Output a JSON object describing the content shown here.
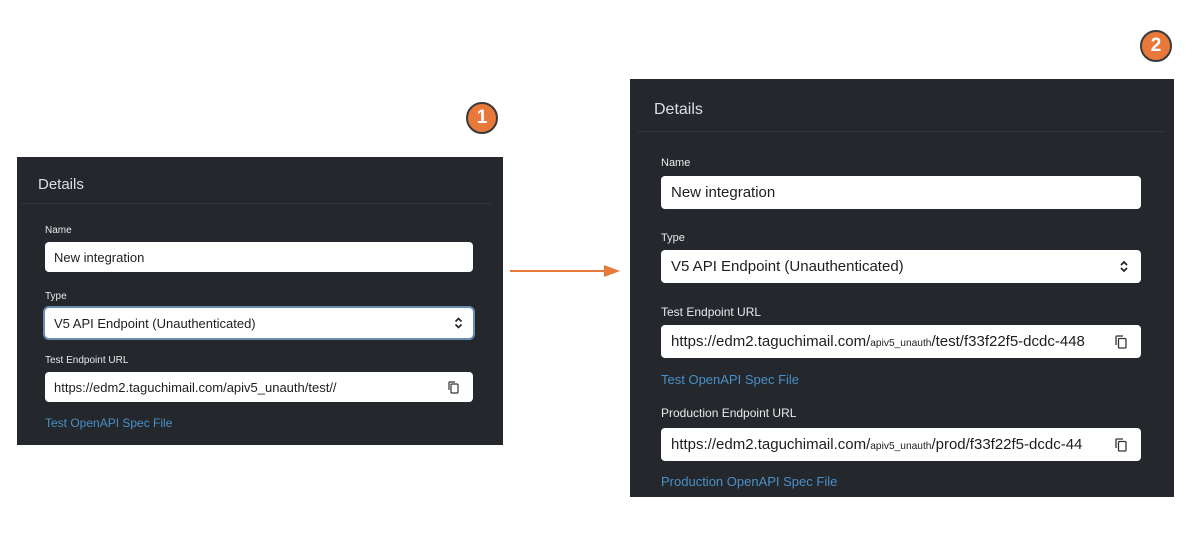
{
  "badges": {
    "step1": "1",
    "step2": "2"
  },
  "left": {
    "header": "Details",
    "name_label": "Name",
    "name_value": "New integration",
    "type_label": "Type",
    "type_value": "V5 API Endpoint (Unauthenticated)",
    "test_url_label": "Test Endpoint URL",
    "test_url_value": "https://edm2.taguchimail.com/apiv5_unauth/test//",
    "test_spec_link": "Test OpenAPI Spec File"
  },
  "right": {
    "header": "Details",
    "name_label": "Name",
    "name_value": "New integration",
    "type_label": "Type",
    "type_value": "V5 API Endpoint (Unauthenticated)",
    "test_url_label": "Test Endpoint URL",
    "test_url_prefix": "https://edm2.taguchimail.com/",
    "test_url_path": "apiv5_unauth",
    "test_url_suffix": "/test/f33f22f5-dcdc-448",
    "test_spec_link": "Test OpenAPI Spec File",
    "prod_url_label": "Production Endpoint URL",
    "prod_url_prefix": "https://edm2.taguchimail.com/",
    "prod_url_path": "apiv5_unauth",
    "prod_url_suffix": "/prod/f33f22f5-dcdc-44",
    "prod_spec_link": "Production OpenAPI Spec File"
  },
  "colors": {
    "accent": "#e8793a",
    "panel": "#24272b",
    "link": "#4a90c8"
  }
}
